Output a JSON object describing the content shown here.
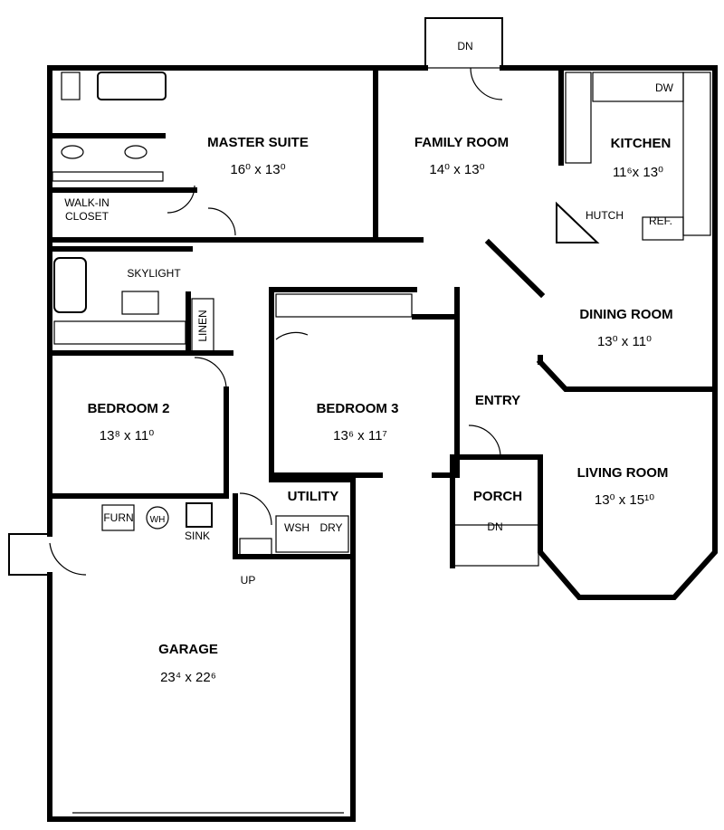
{
  "rooms": {
    "master_suite": {
      "name": "MASTER SUITE",
      "size": "16⁰ x 13⁰"
    },
    "family_room": {
      "name": "FAMILY ROOM",
      "size": "14⁰ x 13⁰"
    },
    "kitchen": {
      "name": "KITCHEN",
      "size": "11⁶x 13⁰"
    },
    "dining_room": {
      "name": "DINING ROOM",
      "size": "13⁰ x 11⁰"
    },
    "bedroom_2": {
      "name": "BEDROOM 2",
      "size": "13⁸ x 11⁰"
    },
    "bedroom_3": {
      "name": "BEDROOM 3",
      "size": "13⁶ x 11⁷"
    },
    "living_room": {
      "name": "LIVING ROOM",
      "size": "13⁰ x 15¹⁰"
    },
    "garage": {
      "name": "GARAGE",
      "size": "23⁴ x 22⁶"
    },
    "utility": {
      "name": "UTILITY"
    },
    "entry": {
      "name": "ENTRY"
    },
    "porch": {
      "name": "PORCH"
    }
  },
  "labels": {
    "walk_in_closet_1": "WALK-IN",
    "walk_in_closet_2": "CLOSET",
    "skylight": "SKYLIGHT",
    "linen": "LINEN",
    "hutch": "HUTCH",
    "ref": "REF.",
    "dw": "DW",
    "furn": "FURN",
    "wh": "WH",
    "sink": "SINK",
    "wsh": "WSH",
    "dry": "DRY",
    "up": "UP",
    "dn_top": "DN",
    "dn_porch": "DN"
  }
}
